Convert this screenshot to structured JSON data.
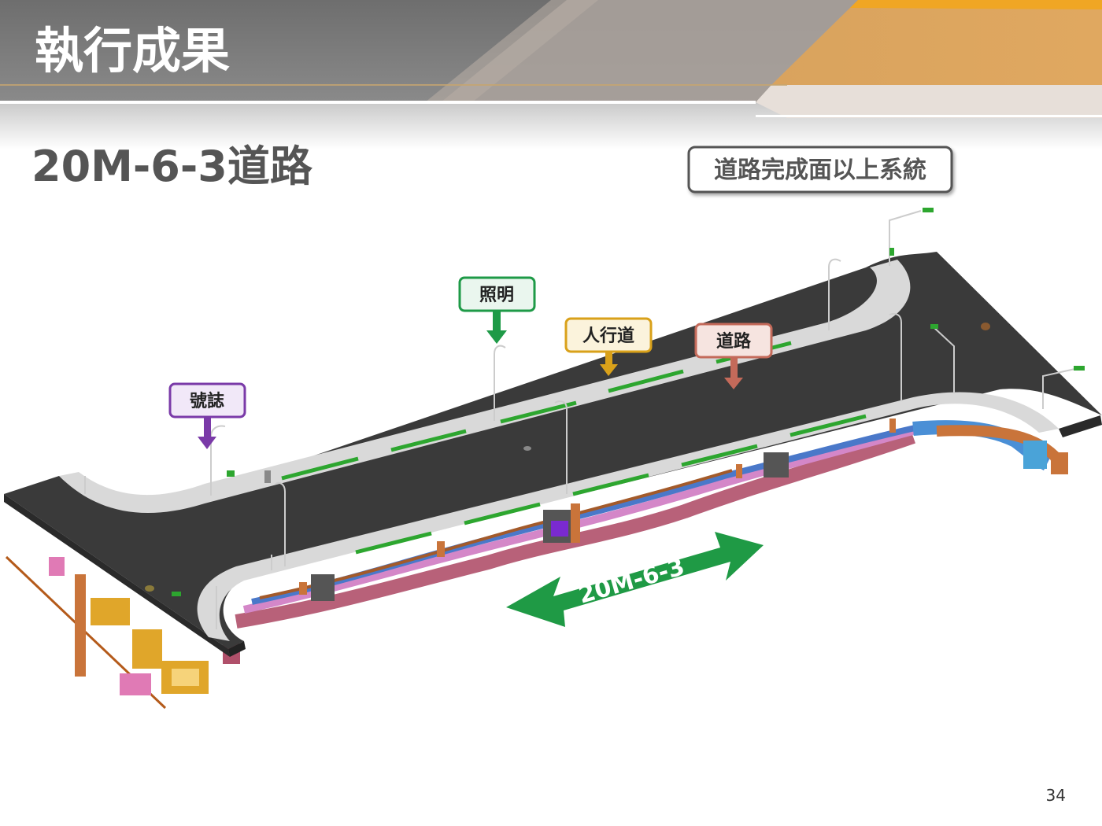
{
  "slide": {
    "title": "執行成果",
    "subtitle": "20M-6-3道路",
    "system_box": "道路完成面以上系統",
    "page_number": "34"
  },
  "callouts": {
    "lighting": "照明",
    "sidewalk": "人行道",
    "road": "道路",
    "signal": "號誌"
  },
  "road_arrow_label": "20M-6-3",
  "colors": {
    "lighting": "#1e9a47",
    "sidewalk": "#d9a11a",
    "road": "#c46a5a",
    "signal": "#7a3aa8",
    "arrow": "#1f9a45",
    "asphalt": "#3a3a3a",
    "header_orange": "#e8a34a"
  }
}
